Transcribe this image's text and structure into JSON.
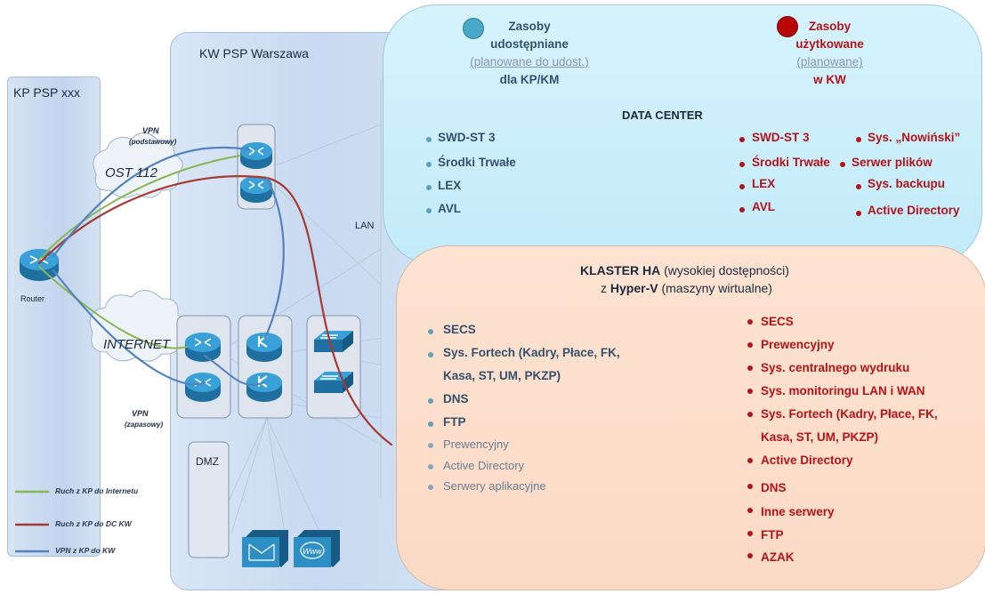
{
  "labels": {
    "kp_title": "KP PSP xxx",
    "kw_title": "KW PSP Warszawa",
    "vpn_primary_1": "VPN",
    "vpn_primary_2": "(podstawowy)",
    "ost": "OST 112",
    "router": "Router",
    "internet": "INTERNET",
    "vpn_backup_1": "VPN",
    "vpn_backup_2": "(zapasowy)",
    "lan": "LAN",
    "dmz": "DMZ"
  },
  "legend": {
    "items": [
      {
        "label": "Ruch z KP do Internetu",
        "color": "#8ab655"
      },
      {
        "label": "Ruch z KP do DC KW",
        "color": "#a63a32"
      },
      {
        "label": "VPN z KP do KW",
        "color": "#5283bd"
      }
    ]
  },
  "resources_header": {
    "shared": {
      "line1": "Zasoby",
      "line2": "udostępniane",
      "line3": "(planowane do udost.)",
      "line4": "dla KP/KM"
    },
    "used": {
      "line1": "Zasoby",
      "line2": "użytkowane",
      "line3": "(planowane)",
      "line4": "w KW"
    },
    "colors": {
      "shared": "#4aa9c9",
      "used": "#b8060b"
    }
  },
  "data_center": {
    "title": "DATA CENTER",
    "shared": [
      "SWD-ST 3",
      "Środki Trwałe",
      "LEX",
      "AVL"
    ],
    "used_col1": [
      "SWD-ST 3",
      "Środki Trwałe",
      "LEX",
      "AVL"
    ],
    "used_col2": [
      "Sys. „Nowiński”",
      "Serwer plików",
      "Sys. backupu",
      "Active Directory"
    ]
  },
  "cluster": {
    "title_bold": "KLASTER HA",
    "title_rest": " (wysokiej dostępności)",
    "sub_prefix": "z ",
    "sub_bold": "Hyper-V",
    "sub_rest": " (maszyny wirtualne)",
    "shared": [
      "SECS",
      "Sys. Fortech (Kadry, Płace, FK,",
      "Kasa, ST, UM, PKZP)",
      "DNS",
      "FTP"
    ],
    "shared_planned": [
      "Prewencyjny",
      "Active Directory",
      "Serwery aplikacyjne"
    ],
    "used": [
      "SECS",
      "Prewencyjny",
      "Sys. centralnego wydruku",
      "Sys. monitoringu LAN i WAN",
      "Sys. Fortech (Kadry, Płace, FK,",
      "Kasa, ST, UM, PKZP)",
      "Active Directory",
      "DNS",
      "Inne serwery",
      "FTP",
      "AZAK"
    ]
  }
}
